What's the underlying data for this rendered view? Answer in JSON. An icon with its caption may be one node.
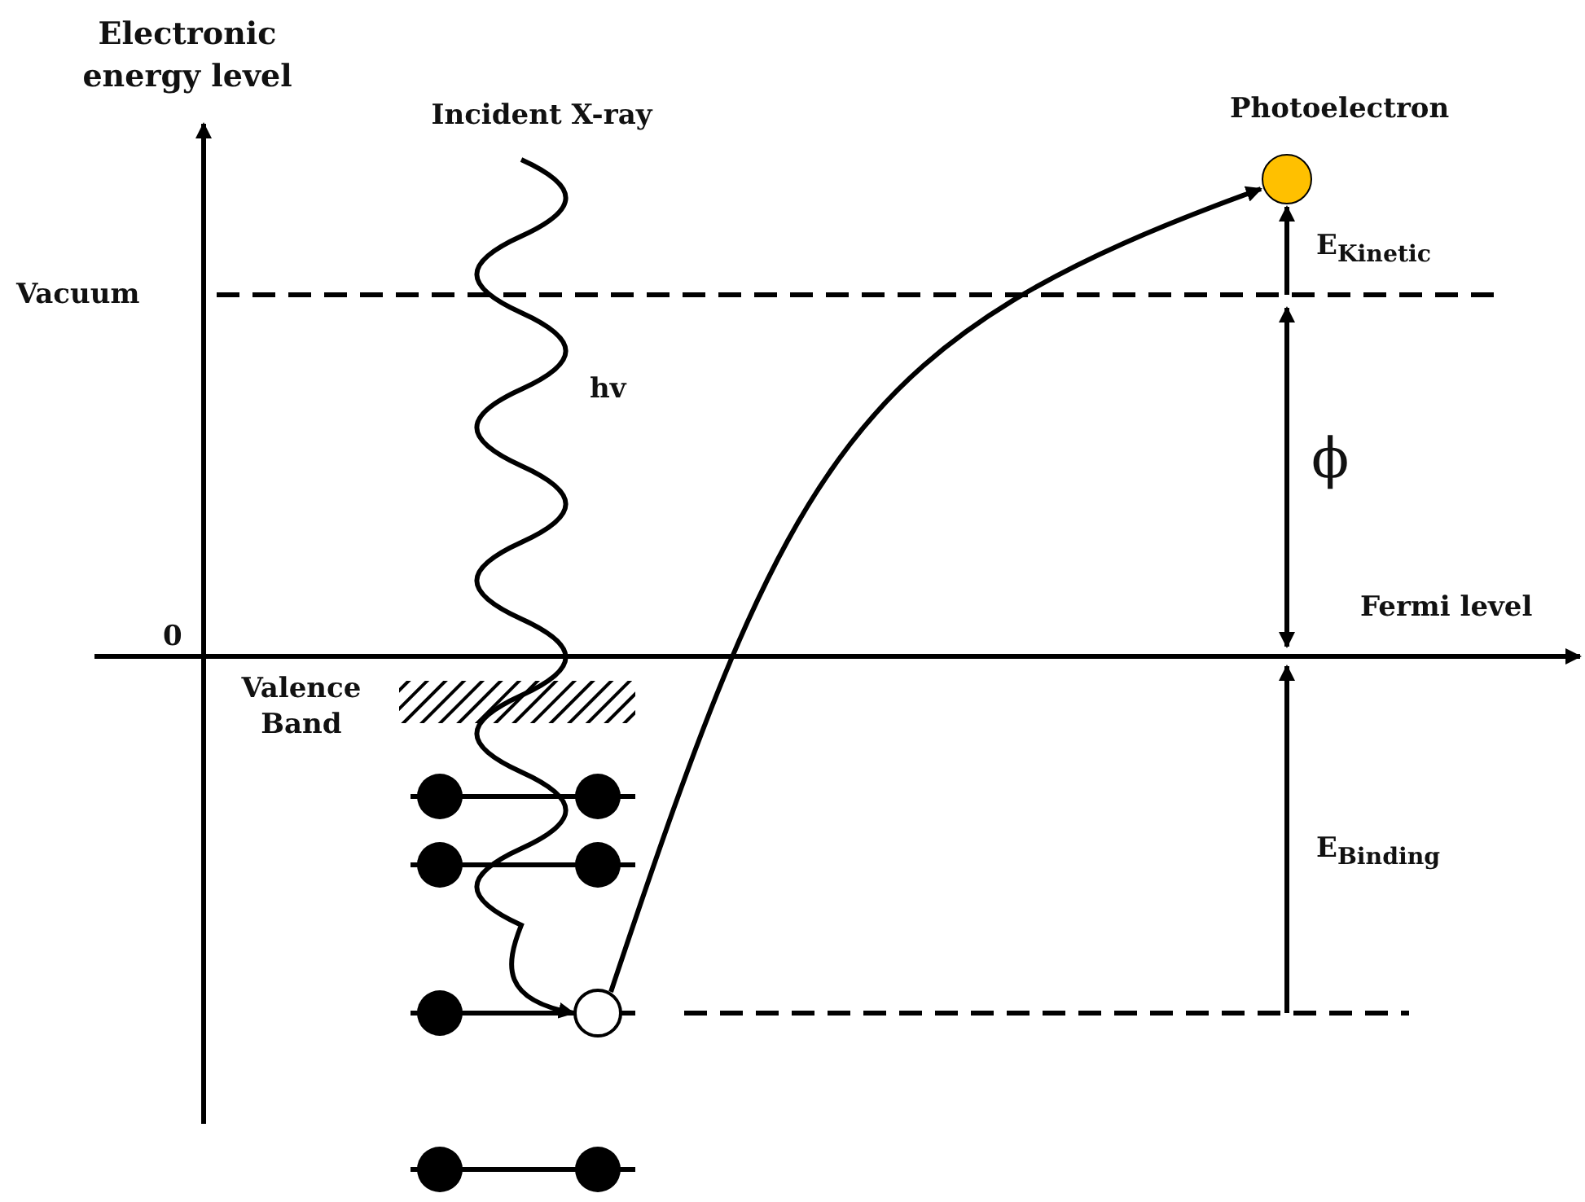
{
  "diagram": {
    "nodes": [
      {
        "text": [
          "Photoelectron"
        ]
      },
      {
        "text": [],
        "shape": "circle"
      },
      {
        "text": [
          "Incident X-ray"
        ]
      }
    ],
    "edges": [
      {
        "from": 1,
        "to": 0,
        "arrow": "to"
      },
      {
        "from": 2,
        "to": 1,
        "arrow": "to",
        "label": "hv"
      }
    ],
    "labels": [
      "Electronic energy level",
      "Vacuum",
      "0",
      "Valence Band",
      "Fermi level",
      "E$_{Kinetic}$",
      "ϕ",
      "E$_{Binding}$"
    ]
  }
}
